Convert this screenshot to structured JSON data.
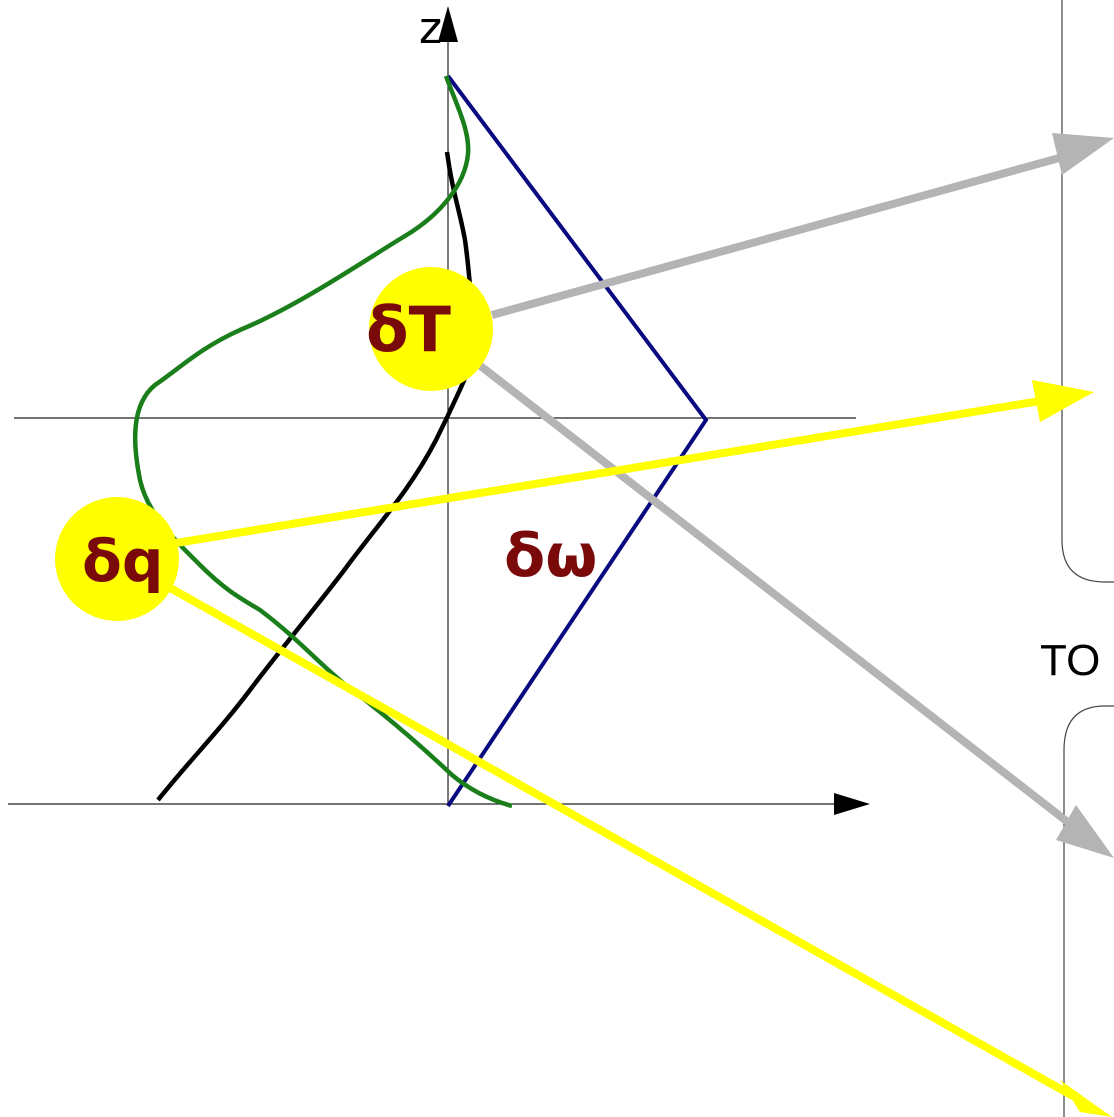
{
  "diagram": {
    "z_axis_label": "z",
    "labels": {
      "delta_T": "δT",
      "delta_q": "δq",
      "delta_omega": "δω"
    },
    "side_text": "TO"
  },
  "colors": {
    "background": "#ffffff",
    "axis": "#000000",
    "thin_axis": "#222222",
    "black_curve": "#000000",
    "green_curve": "#1a7f1a",
    "blue_lines": "#0a0a80",
    "grey_arrows": "#b4b4b4",
    "yellow": "#ffff00",
    "label_text": "#7a0a0a",
    "bracket": "#444444"
  }
}
